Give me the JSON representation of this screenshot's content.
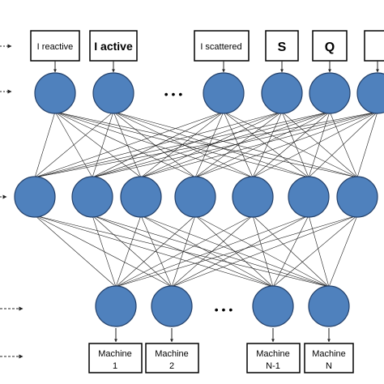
{
  "inputs": [
    {
      "label": "I reactive",
      "size": "small"
    },
    {
      "label": "I active",
      "size": "large"
    },
    {
      "label": "I scattered",
      "size": "small"
    },
    {
      "label": "S",
      "size": "large"
    },
    {
      "label": "Q",
      "size": "large"
    }
  ],
  "ellipsis": "• • •",
  "output_ellipsis": "• • •",
  "outputs": [
    {
      "line1": "Machine",
      "line2": "1"
    },
    {
      "line1": "Machine",
      "line2": "2"
    },
    {
      "line1": "Machine",
      "line2": "N-1"
    },
    {
      "line1": "Machine",
      "line2": "N"
    }
  ],
  "colors": {
    "node_fill": "#4f81bd",
    "node_stroke": "#23406a",
    "line": "#222222"
  }
}
